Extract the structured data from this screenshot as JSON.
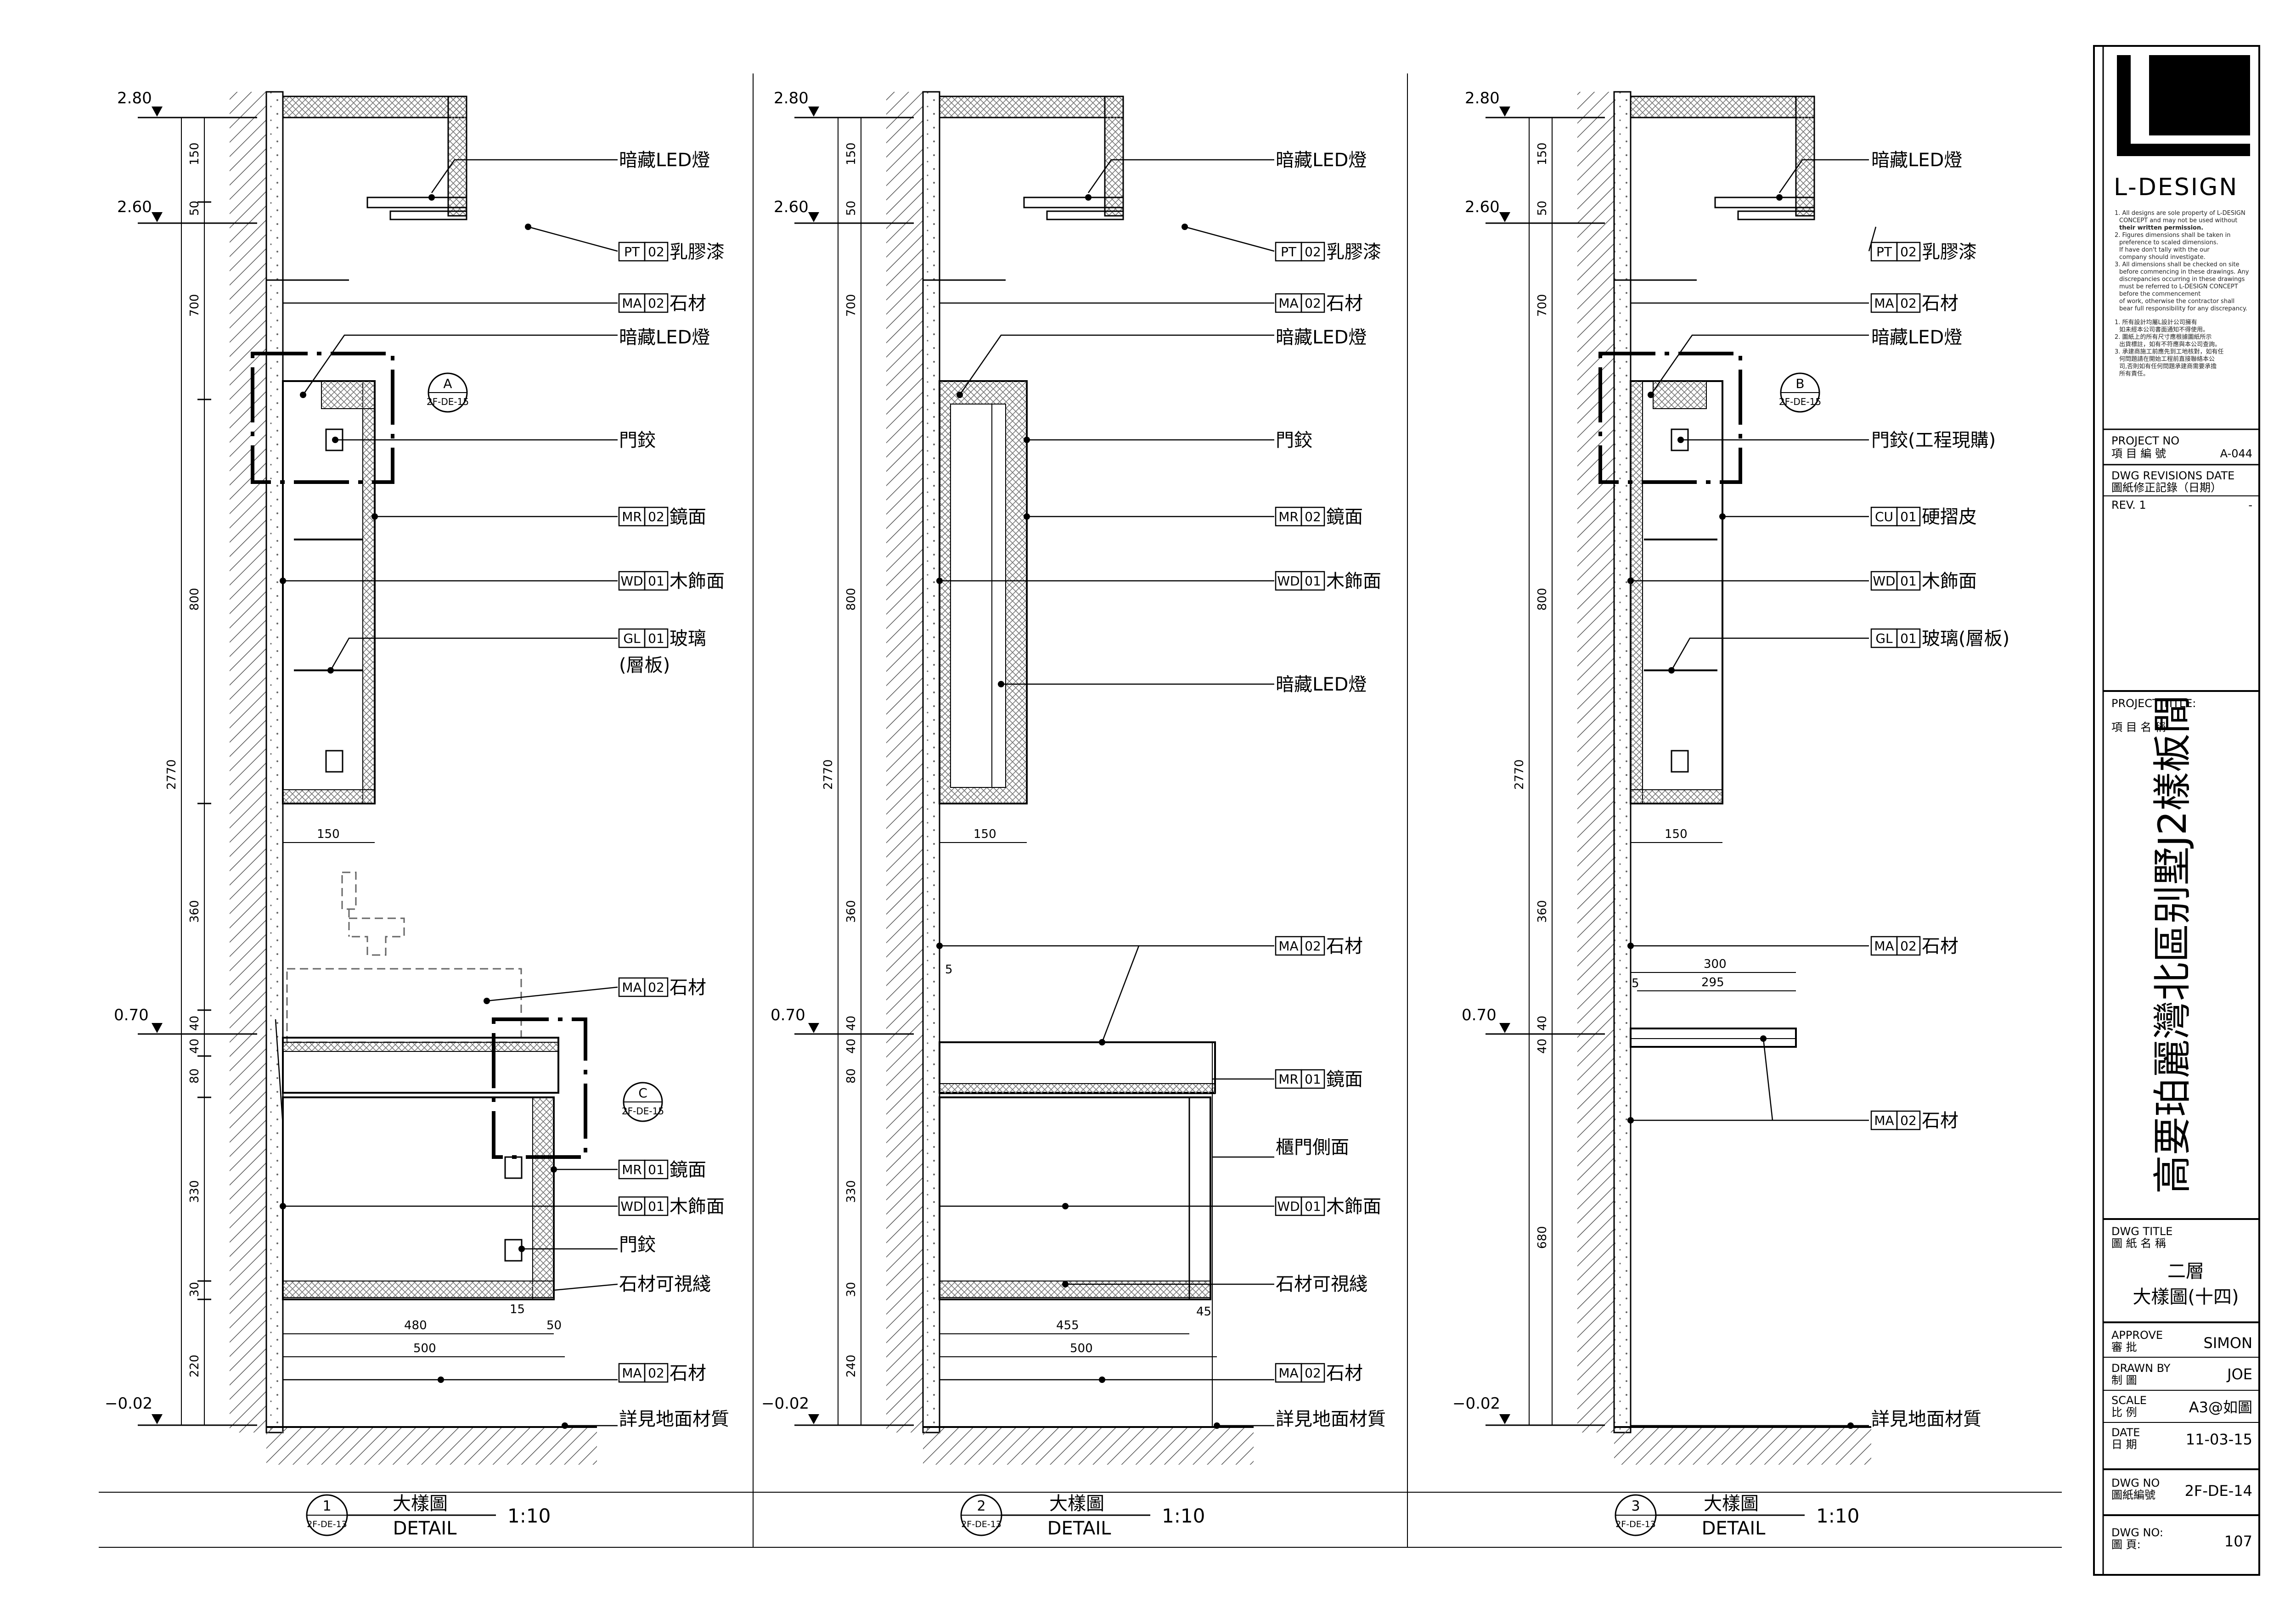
{
  "brand": {
    "name": "L-DESIGN"
  },
  "notes": {
    "en": [
      "1. All designs are sole property of L-DESIGN",
      "CONCEPT and may not be used without",
      "their written permission.",
      "2. Figures dimensions shall be taken in",
      "preference to scaled dimensions.",
      "If have don't tally with the our",
      "company should investigate.",
      "3. All dimensions shall be checked on site",
      "before commencing in these drawings. Any",
      "discrepancies occurring in these drawings",
      "must be referred to L-DESIGN CONCEPT",
      "before the commencement",
      "of work, otherwise the contractor shall",
      "bear full responsibility for any discrepancy."
    ],
    "zh": [
      "1. 所有設計均屬L設計公司擁有",
      "如未經本公司書面通知不得使用。",
      "2. 圖紙上的所有尺寸應根據圖紙所示",
      "出貨標註，如有不符應與本公司查詢。",
      "3. 承建商施工前應先到工地核對，如有任",
      "何問題請在開始工程前直接聯絡本公",
      "司,否則如有任何問題承建商需要承擔",
      "所有責任。"
    ]
  },
  "title_block": {
    "project_no_label_en": "PROJECT NO",
    "project_no_label_zh": "項 目 編 號",
    "project_no": "A-044",
    "revisions_label_en": "DWG REVISIONS DATE",
    "revisions_label_zh": "圖紙修正記錄（日期）",
    "rev": "REV. 1",
    "rev_value": "-",
    "project_title_label_en": "PROJECT TITLE:",
    "project_title_label_zh": "項 目 名 稱",
    "project_title": "高要珀麗灣北區别墅J2樣板間",
    "dwg_title_label_en": "DWG TITLE",
    "dwg_title_label_zh": "圖 紙 名 稱",
    "dwg_title_1": "二層",
    "dwg_title_2": "大樣圖(十四)",
    "approve_label_en": "APPROVE",
    "approve_label_zh": "審 批",
    "approve": "SIMON",
    "drawn_label_en": "DRAWN BY",
    "drawn_label_zh": "制 圖",
    "drawn": "JOE",
    "scale_label_en": "SCALE",
    "scale_label_zh": "比 例",
    "scale": "A3@如圖",
    "date_label_en": "DATE",
    "date_label_zh": "日 期",
    "date": "11-03-15",
    "dwgno_label_en": "DWG NO",
    "dwgno_label_zh": "圖紙編號",
    "dwgno": "2F-DE-14",
    "page_label_en": "DWG NO:",
    "page_label_zh": "圖 頁:",
    "page": "107"
  },
  "details": [
    {
      "levels": [
        "2.80",
        "2.60",
        "0.70",
        "−0.02"
      ],
      "dims": [
        "150",
        "50",
        "700",
        "800",
        "2770",
        "360",
        "40",
        "40",
        "80",
        "330",
        "30",
        "220",
        "150",
        "480",
        "500",
        "15",
        "50"
      ],
      "callouts": [
        {
          "text": "暗藏LED燈"
        },
        {
          "code": "PT",
          "num": "02",
          "text": "乳膠漆"
        },
        {
          "code": "MA",
          "num": "02",
          "text": "石材"
        },
        {
          "text": "暗藏LED燈"
        },
        {
          "text": "門鉸"
        },
        {
          "code": "MR",
          "num": "02",
          "text": "鏡面"
        },
        {
          "code": "WD",
          "num": "01",
          "text": "木飾面"
        },
        {
          "code": "GL",
          "num": "01",
          "text": "玻璃"
        },
        {
          "text": "(層板)"
        },
        {
          "code": "MA",
          "num": "02",
          "text": "石材"
        },
        {
          "code": "MR",
          "num": "01",
          "text": "鏡面"
        },
        {
          "code": "WD",
          "num": "01",
          "text": "木飾面"
        },
        {
          "text": "門鉸"
        },
        {
          "text": "石材可視綫"
        },
        {
          "code": "MA",
          "num": "02",
          "text": "石材"
        },
        {
          "text": "詳見地面材質"
        }
      ],
      "markers": [
        {
          "letter": "A",
          "ref": "2F-DE-15"
        },
        {
          "letter": "C",
          "ref": "2F-DE-15"
        }
      ],
      "title": {
        "num": "1",
        "ref": "2F-DE-13",
        "zh": "大樣圖",
        "en": "DETAIL",
        "scale": "1:10"
      }
    },
    {
      "levels": [
        "2.80",
        "2.60",
        "0.70",
        "−0.02"
      ],
      "dims": [
        "150",
        "50",
        "700",
        "800",
        "2770",
        "360",
        "40",
        "40",
        "80",
        "330",
        "30",
        "240",
        "150",
        "455",
        "500",
        "45",
        "5"
      ],
      "callouts": [
        {
          "text": "暗藏LED燈"
        },
        {
          "code": "PT",
          "num": "02",
          "text": "乳膠漆"
        },
        {
          "code": "MA",
          "num": "02",
          "text": "石材"
        },
        {
          "text": "暗藏LED燈"
        },
        {
          "text": "門鉸"
        },
        {
          "code": "MR",
          "num": "02",
          "text": "鏡面"
        },
        {
          "code": "WD",
          "num": "01",
          "text": "木飾面"
        },
        {
          "text": "暗藏LED燈"
        },
        {
          "code": "MA",
          "num": "02",
          "text": "石材"
        },
        {
          "code": "MR",
          "num": "01",
          "text": "鏡面"
        },
        {
          "text": "櫃門側面"
        },
        {
          "code": "WD",
          "num": "01",
          "text": "木飾面"
        },
        {
          "text": "石材可視綫"
        },
        {
          "code": "MA",
          "num": "02",
          "text": "石材"
        },
        {
          "text": "詳見地面材質"
        }
      ],
      "markers": [],
      "title": {
        "num": "2",
        "ref": "2F-DE-13",
        "zh": "大樣圖",
        "en": "DETAIL",
        "scale": "1:10"
      }
    },
    {
      "levels": [
        "2.80",
        "2.60",
        "0.70",
        "−0.02"
      ],
      "dims": [
        "150",
        "50",
        "700",
        "800",
        "2770",
        "360",
        "40",
        "40",
        "680",
        "150",
        "300",
        "295",
        "5"
      ],
      "callouts": [
        {
          "text": "暗藏LED燈"
        },
        {
          "code": "PT",
          "num": "02",
          "text": "乳膠漆"
        },
        {
          "code": "MA",
          "num": "02",
          "text": "石材"
        },
        {
          "text": "暗藏LED燈"
        },
        {
          "text": "門鉸(工程現購)"
        },
        {
          "code": "CU",
          "num": "01",
          "text": "硬摺皮"
        },
        {
          "code": "WD",
          "num": "01",
          "text": "木飾面"
        },
        {
          "code": "GL",
          "num": "01",
          "text": "玻璃(層板)"
        },
        {
          "code": "MA",
          "num": "02",
          "text": "石材"
        },
        {
          "code": "MA",
          "num": "02",
          "text": "石材"
        },
        {
          "text": "詳見地面材質"
        }
      ],
      "markers": [
        {
          "letter": "B",
          "ref": "2F-DE-15"
        }
      ],
      "title": {
        "num": "3",
        "ref": "2F-DE-13",
        "zh": "大樣圖",
        "en": "DETAIL",
        "scale": "1:10"
      }
    }
  ]
}
